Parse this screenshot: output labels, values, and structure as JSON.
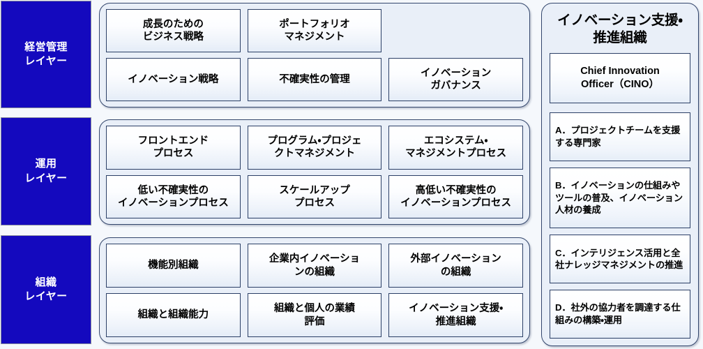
{
  "colors": {
    "layer_label_blue": "#1409BE",
    "panel_background": "#E9EFF8",
    "panel_border": "#33466C",
    "cell_border": "#2B3F66",
    "page_background": "#F5F8FC",
    "label_text": "#FFFFFF",
    "cell_text": "#000000"
  },
  "layers": [
    {
      "label": "経営管理\nレイヤー",
      "label_line1": "経営管理",
      "label_line2": "レイヤー",
      "rows": [
        [
          {
            "text": "成長のための\nビジネス戦略",
            "empty": false
          },
          {
            "text": "ポートフォリオ\nマネジメント",
            "empty": false
          },
          {
            "text": "",
            "empty": true
          }
        ],
        [
          {
            "text": "イノベーション戦略",
            "empty": false
          },
          {
            "text": "不確実性の管理",
            "empty": false
          },
          {
            "text": "イノベーション\nガバナンス",
            "empty": false
          }
        ]
      ]
    },
    {
      "label": "運用\nレイヤー",
      "label_line1": "運用",
      "label_line2": "レイヤー",
      "rows": [
        [
          {
            "text": "フロントエンド\nプロセス",
            "empty": false
          },
          {
            "text": "プログラム・プロジェ\nクトマネジメント",
            "empty": false
          },
          {
            "text": "エコシステム・\nマネジメントプロセス",
            "empty": false
          }
        ],
        [
          {
            "text": "低い不確実性の\nイノベーションプロセス",
            "empty": false
          },
          {
            "text": "スケールアップ\nプロセス",
            "empty": false
          },
          {
            "text": "高低い不確実性の\nイノベーションプロセス",
            "empty": false
          }
        ]
      ]
    },
    {
      "label": "組織\nレイヤー",
      "label_line1": "組織",
      "label_line2": "レイヤー",
      "rows": [
        [
          {
            "text": "機能別組織",
            "empty": false
          },
          {
            "text": "企業内イノベーショ\nンの組織",
            "empty": false
          },
          {
            "text": "外部イノベーション\nの組織",
            "empty": false
          }
        ],
        [
          {
            "text": "組織と組織能力",
            "empty": false
          },
          {
            "text": "組織と個人の業績\n評価",
            "empty": false
          },
          {
            "text": "イノベーション支援・\n推進組織",
            "empty": false
          }
        ]
      ]
    }
  ],
  "right_panel": {
    "title": "イノベーション支援・\n推進組織",
    "title_line1": "イノベーション支援・",
    "title_line2": "推進組織",
    "cino": "Chief Innovation\nOfficer（CINO）",
    "cino_line1": "Chief Innovation",
    "cino_line2": "Officer（CINO）",
    "support_items": [
      {
        "text": "A．プロジェクトチームを支援する専門家"
      },
      {
        "text": "B．イノベーションの仕組みやツールの普及、イノベーション人材の養成"
      },
      {
        "text": "C．インテリジェンス活用と全社ナレッジマネジメントの推進"
      },
      {
        "text": "D．社外の協力者を調達する仕組みの構築・運用"
      }
    ]
  }
}
